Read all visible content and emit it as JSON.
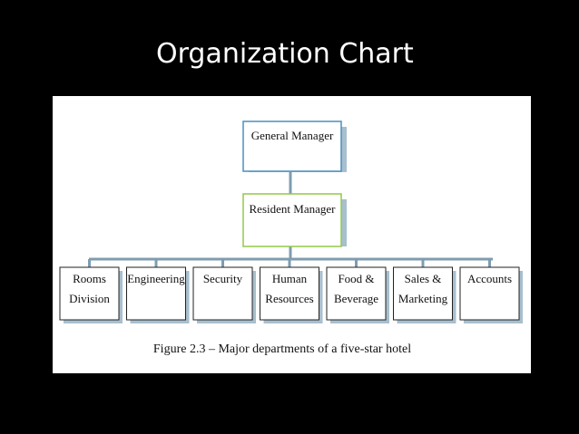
{
  "slide": {
    "title": "Organization Chart"
  },
  "diagram": {
    "top": {
      "label": "General Manager",
      "accent": "#4a8fc0"
    },
    "middle": {
      "label": "Resident Manager",
      "accent": "#92c84a"
    },
    "departments": [
      {
        "lines": [
          "Rooms",
          "Division"
        ]
      },
      {
        "lines": [
          "Engineering"
        ]
      },
      {
        "lines": [
          "Security"
        ]
      },
      {
        "lines": [
          "Human",
          "Resources"
        ]
      },
      {
        "lines": [
          "Food &",
          "Beverage"
        ]
      },
      {
        "lines": [
          "Sales &",
          "Marketing"
        ]
      },
      {
        "lines": [
          "Accounts"
        ]
      }
    ],
    "caption": "Figure 2.3 – Major departments of a five-star hotel"
  }
}
